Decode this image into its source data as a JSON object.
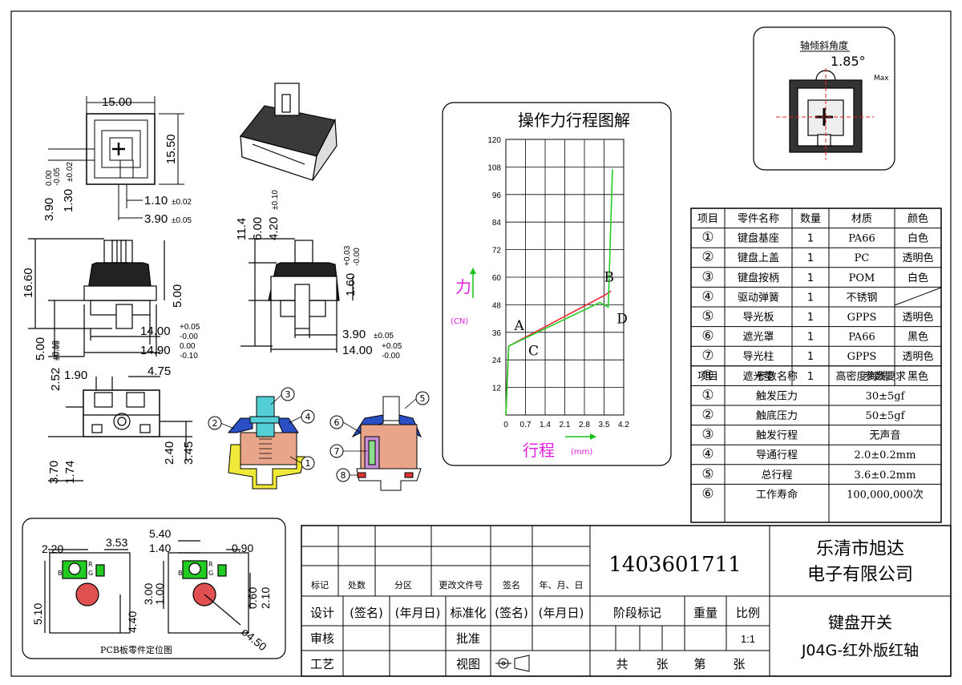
{
  "dimensions": {
    "top_width": "15.00",
    "top_height": "15.50",
    "top_tol_a": "0.00",
    "top_tol_b": "-0.05",
    "top_left_a": "3.90",
    "top_left_b": "1.30",
    "top_left_b_tol": "±0.02",
    "top_d1": "1.10",
    "top_d1_tol": "±0.02",
    "top_d2": "3.90",
    "top_d2_tol": "±0.05",
    "side_h1": "16.60",
    "side_h2": "5.00",
    "side_h3": "5.00",
    "side_h3_tol": "±0.10",
    "side_w1": "14.00",
    "side_w1_tol_a": "+0.05",
    "side_w1_tol_b": "-0.00",
    "side_w2": "14.90",
    "side_w2_tol_a": "0.00",
    "side_w2_tol_b": "-0.10",
    "mid_h1": "11.4",
    "mid_h2": "6.00",
    "mid_h3": "4.20",
    "mid_h3_tol": "±0.10",
    "mid_h4": "1.60",
    "mid_h4_tol_a": "+0.03",
    "mid_h4_tol_b": "-0.00",
    "mid_w1": "3.90",
    "mid_w1_tol": "±0.05",
    "mid_w2": "14.00",
    "mid_w2_tol_a": "+0.05",
    "mid_w2_tol_b": "-0.00",
    "bot_a": "2.52",
    "bot_a_tol": "±0.05",
    "bot_b": "1.90",
    "bot_c": "4.75",
    "bot_d": "2.40",
    "bot_e": "3.45",
    "bot_f": "3.70",
    "bot_g": "1.74"
  },
  "tilt": {
    "title": "轴倾斜角度",
    "angle": "1.85°",
    "max": "Max"
  },
  "parts_callouts": [
    "1",
    "2",
    "3",
    "4",
    "5",
    "6",
    "7",
    "8"
  ],
  "force_chart": {
    "title": "操作力行程图解",
    "y_axis_label": "力",
    "y_unit": "(CN)",
    "x_axis_label": "行程",
    "x_unit": "(mm)",
    "points": {
      "A": "A",
      "B": "B",
      "C": "C",
      "D": "D"
    }
  },
  "chart_data": {
    "type": "line",
    "title": "操作力行程图解",
    "xlabel": "行程 (mm)",
    "ylabel": "力 (CN)",
    "xlim": [
      0,
      4.2
    ],
    "ylim": [
      0,
      120
    ],
    "x_ticks": [
      "0",
      "0.7",
      "1.4",
      "2.1",
      "2.8",
      "3.5",
      "4.2"
    ],
    "y_ticks": [
      "12",
      "24",
      "36",
      "48",
      "60",
      "72",
      "84",
      "96",
      "108",
      "120"
    ],
    "series": [
      {
        "color": "#e23",
        "x": [
          0,
          0.1,
          3.5,
          3.75
        ],
        "y": [
          0,
          30,
          52,
          54
        ]
      },
      {
        "color": "#2c2",
        "x": [
          0,
          0.1,
          3.35,
          3.65,
          3.8
        ],
        "y": [
          0,
          30,
          49,
          47,
          107
        ]
      }
    ],
    "annotations": [
      {
        "label": "A",
        "x": 0.3,
        "y": 37
      },
      {
        "label": "B",
        "x": 3.5,
        "y": 58
      },
      {
        "label": "C",
        "x": 0.8,
        "y": 26
      },
      {
        "label": "D",
        "x": 3.95,
        "y": 40
      }
    ],
    "grid": true
  },
  "parts_table": {
    "headers": [
      "项目",
      "零件名称",
      "数量",
      "材质",
      "颜色"
    ],
    "rows": [
      {
        "no": "①",
        "name": "键盘基座",
        "qty": "1",
        "mat": "PA66",
        "color": "白色"
      },
      {
        "no": "②",
        "name": "键盘上盖",
        "qty": "1",
        "mat": "PC",
        "color": "透明色"
      },
      {
        "no": "③",
        "name": "键盘按柄",
        "qty": "1",
        "mat": "POM",
        "color": "白色"
      },
      {
        "no": "④",
        "name": "驱动弹簧",
        "qty": "1",
        "mat": "不锈钢",
        "color": ""
      },
      {
        "no": "⑤",
        "name": "导光板",
        "qty": "1",
        "mat": "GPPS",
        "color": "透明色"
      },
      {
        "no": "⑥",
        "name": "遮光罩",
        "qty": "1",
        "mat": "PA66",
        "color": "黑色"
      },
      {
        "no": "⑦",
        "name": "导光柱",
        "qty": "1",
        "mat": "GPPS",
        "color": "透明色"
      },
      {
        "no": "⑧",
        "name": "遮光垫",
        "qty": "1",
        "mat": "高密度海绵",
        "color": "黑色"
      }
    ]
  },
  "params_table": {
    "headers": [
      "项目",
      "参数名称",
      "参数要求"
    ],
    "rows": [
      {
        "no": "①",
        "name": "触发压力",
        "value": "30±5gf"
      },
      {
        "no": "②",
        "name": "触底压力",
        "value": "50±5gf"
      },
      {
        "no": "③",
        "name": "触发行程",
        "value": "无声音"
      },
      {
        "no": "④",
        "name": "导通行程",
        "value": "2.0±0.2mm"
      },
      {
        "no": "⑤",
        "name": "总行程",
        "value": "3.6±0.2mm"
      },
      {
        "no": "⑥",
        "name": "工作寿命",
        "value": "100,000,000次"
      }
    ]
  },
  "pcb": {
    "title": "PCB板零件定位图",
    "left": {
      "a": "2.20",
      "b": "3.53",
      "c": "5.10",
      "d": "4.40",
      "labels": [
        "B",
        "R",
        "G"
      ]
    },
    "right": {
      "a": "5.40",
      "b": "1.40",
      "c": "0.90",
      "d": "3.00",
      "e": "1.00",
      "f": "0.60",
      "g": "2.10",
      "h": "ø4.50",
      "labels": [
        "B",
        "R",
        "G"
      ]
    }
  },
  "title_block": {
    "rev_headers": [
      "标记",
      "处数",
      "分区",
      "更改文件号",
      "签名",
      "年、月、日"
    ],
    "design": "设计",
    "sign1": "(签名)",
    "date1": "(年月日)",
    "standard": "标准化",
    "sign2": "(签名)",
    "date2": "(年月日)",
    "review": "审核",
    "approve": "批准",
    "craft": "工艺",
    "view": "视图",
    "drawing_no": "1403601711",
    "company_1": "乐清市旭达",
    "company_2": "电子有限公司",
    "stage": "阶段标记",
    "weight": "重量",
    "scale_label": "比例",
    "scale": "1:1",
    "total": "共",
    "sheets": "张",
    "sheet_no": "第",
    "sheets2": "张",
    "product_1": "键盘开关",
    "product_2": "J04G-红外版红轴"
  }
}
